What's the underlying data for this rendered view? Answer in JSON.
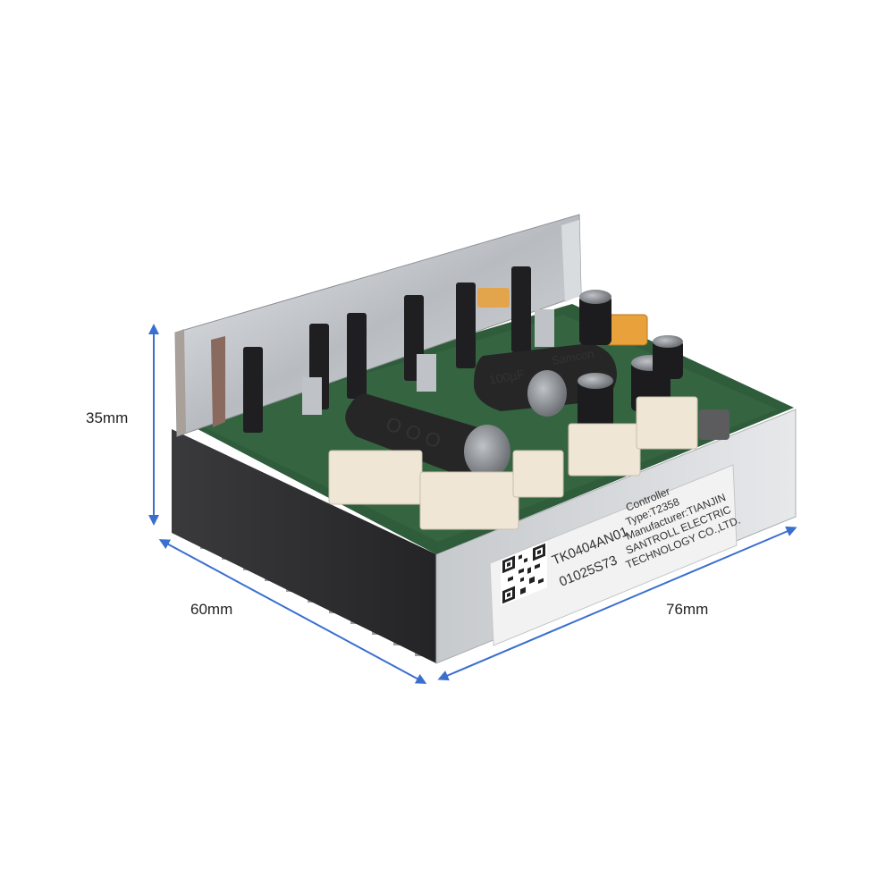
{
  "colors": {
    "dimension_line": "#3a6fd0",
    "heatsink": "#2f2f31",
    "pcb": "#2e5a3a",
    "bracket": "#c9ccd0",
    "case_side": "#d4d6d8",
    "connector": "#efe6d6",
    "capacitor": "#262626",
    "sticker": "#f2f2f2"
  },
  "dimensions": {
    "height": "35mm",
    "depth": "60mm",
    "width": "76mm"
  },
  "label": {
    "code_main": "TK0404AN01",
    "code_serial": "01025S73",
    "lines": [
      "Controller",
      "Type:T2358",
      "Manufacturer:TIANJIN",
      "SANTROLL ELECTRIC",
      "TECHNOLOGY CO.,LTD."
    ]
  },
  "capacitor_marks": {
    "brand": "Samcon",
    "rating": "100µF"
  }
}
